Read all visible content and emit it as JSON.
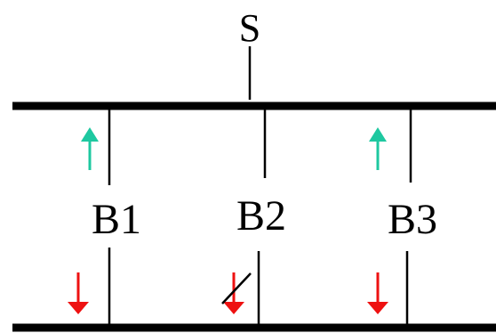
{
  "source_label": "S",
  "branches": [
    {
      "label": "B1",
      "upper_arrow": "up",
      "lower_arrow": "down",
      "lower_blocked": false
    },
    {
      "label": "B2",
      "upper_arrow": null,
      "lower_arrow": "down",
      "lower_blocked": true
    },
    {
      "label": "B3",
      "upper_arrow": "up",
      "lower_arrow": "down",
      "lower_blocked": false
    }
  ],
  "colors": {
    "line": "#000000",
    "up_arrow": "#1ec8a0",
    "down_arrow": "#ee1111"
  }
}
